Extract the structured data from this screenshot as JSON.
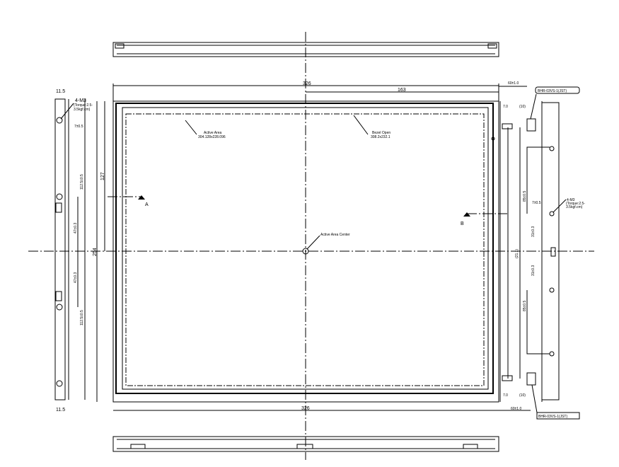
{
  "drawing": {
    "dimensions": {
      "overall_width_top": "326",
      "half_width": "163",
      "overall_width_bottom": "326",
      "overall_height": "254",
      "half_height": "127",
      "left_thickness_top": "11.5",
      "left_thickness_bottom": "11.5",
      "left_mount_offset": "7±0.5",
      "left_upper_span": "112.5±0.5",
      "left_upper_pitch": "47±0.3",
      "left_lower_pitch": "47±0.3",
      "left_lower_span": "112.5±0.5",
      "right_depth_top": "60±1.0",
      "right_depth_bottom": "60±1.0",
      "connector_offset_top": "7.0",
      "connector_len_top": "(10)",
      "connector_offset_bottom": "7.0",
      "connector_len_bottom": "(10)",
      "right_inner_width": "(21.1)",
      "right_mount_offset": "7±0.5",
      "right_upper_span": "85±0.5",
      "right_upper_pitch": "31±0.3",
      "right_lower_pitch": "31±0.3",
      "right_lower_span": "85±0.5"
    },
    "callouts": {
      "left_screw": "4-M3",
      "left_torque_1": "(Torque:2.5-",
      "left_torque_2": "3.5kgf.cm)",
      "right_screw": "4-M3",
      "right_torque_1": "(Torque:2.5-",
      "right_torque_2": "3.5kgf.cm)",
      "active_area_label": "Active Area",
      "active_area_size": "304.128x228.096",
      "bezel_open_label": "Bezel Open",
      "bezel_open_size": "308.2x232.1",
      "active_area_center": "Active Area Center",
      "connector_top": "BHR-03VS-1(JST)",
      "connector_bottom": "BHR-03VS-1(JST)",
      "section_a": "A",
      "section_b": "B"
    }
  }
}
